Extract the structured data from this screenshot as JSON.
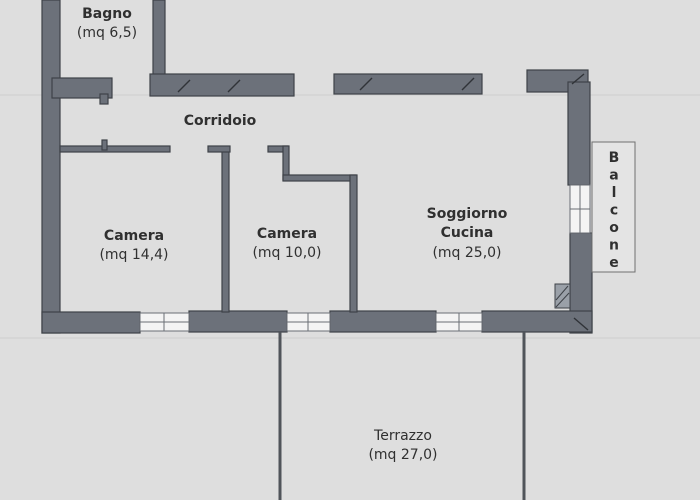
{
  "rooms": {
    "bagno": {
      "name": "Bagno",
      "area": "(mq 6,5)"
    },
    "corridoio": {
      "name": "Corridoio"
    },
    "camera1": {
      "name": "Camera",
      "area": "(mq 14,4)"
    },
    "camera2": {
      "name": "Camera",
      "area": "(mq 10,0)"
    },
    "soggiorno": {
      "name": "Soggiorno",
      "name2": "Cucina",
      "area": "(mq 25,0)"
    },
    "terrazzo": {
      "name": "Terrazzo",
      "area": "(mq 27,0)"
    },
    "balcone": {
      "letters": [
        "B",
        "a",
        "l",
        "c",
        "o",
        "n",
        "e"
      ]
    }
  },
  "colors": {
    "background": "#dedede",
    "wall": "#6c717a",
    "text": "#303030"
  }
}
